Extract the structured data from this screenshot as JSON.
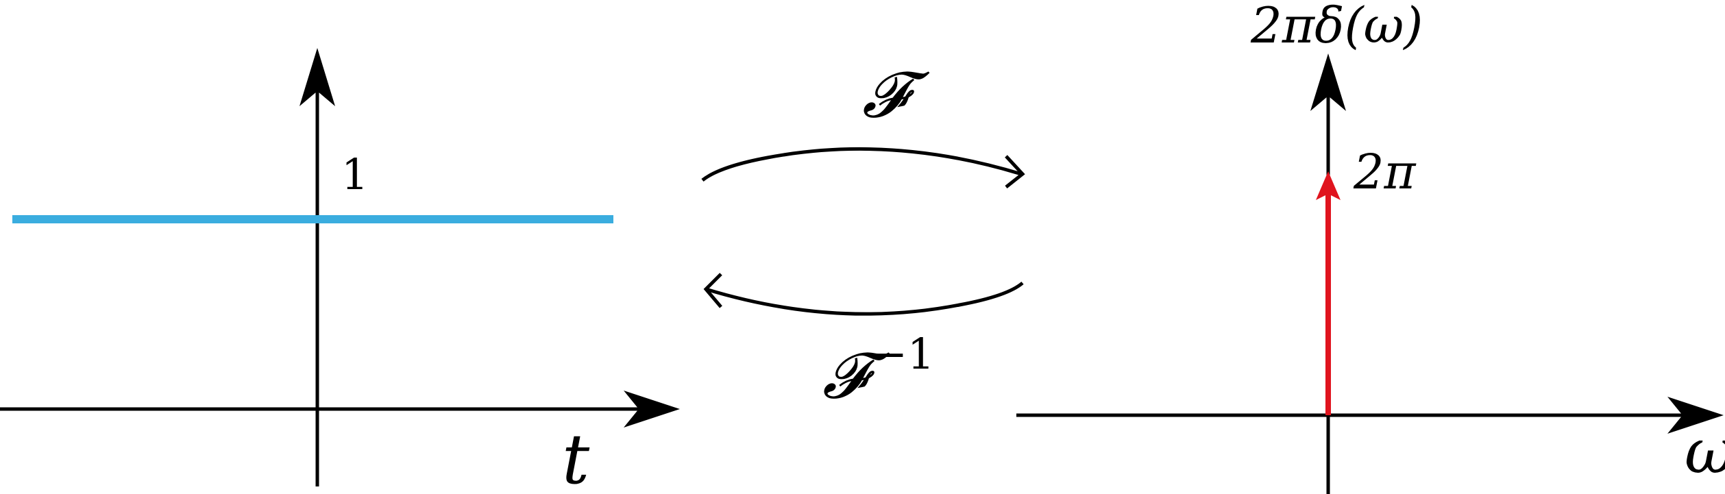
{
  "left_plot": {
    "x_axis_label": "t",
    "level_label": "1",
    "signal_color": "#3aaddf",
    "signal_value": 1
  },
  "transform": {
    "forward_label": "𝓕",
    "inverse_base": "𝓕",
    "inverse_exponent": "−1"
  },
  "right_plot": {
    "y_axis_label": "2πδ(ω)",
    "x_axis_label": "ω",
    "impulse_label": "2π",
    "impulse_color": "#e0141e"
  },
  "colors": {
    "axis": "#000000"
  }
}
